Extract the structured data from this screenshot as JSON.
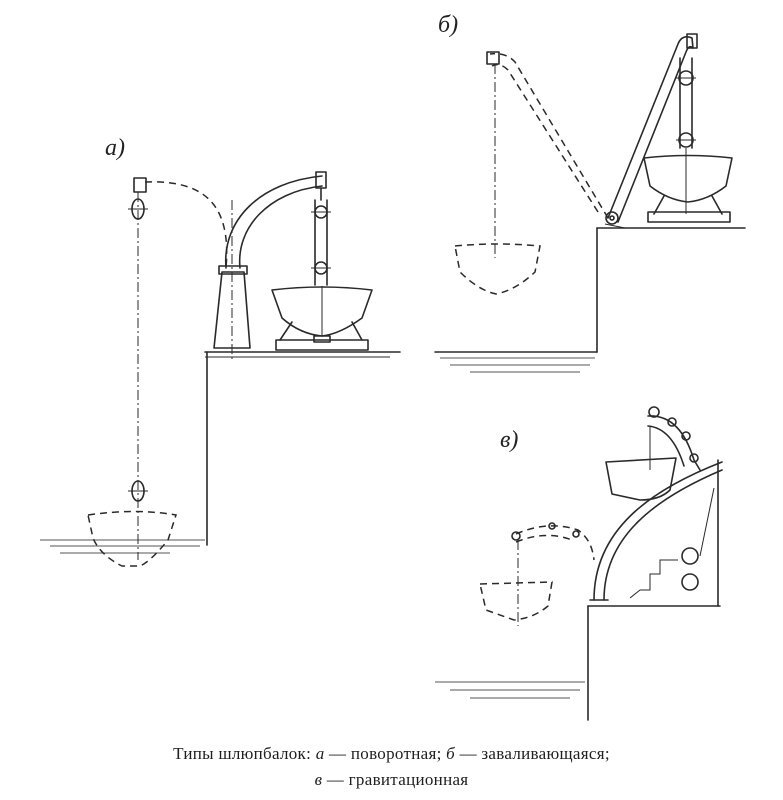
{
  "labels": {
    "a": "а)",
    "b": "б)",
    "v": "в)"
  },
  "caption": {
    "line1_prefix": "Типы шлюпбалок: ",
    "a_letter": "а",
    "a_text": " — поворотная; ",
    "b_letter": "б",
    "b_text": " — заваливающаяся;",
    "v_letter": "в",
    "v_text": " —  гравитационная"
  }
}
